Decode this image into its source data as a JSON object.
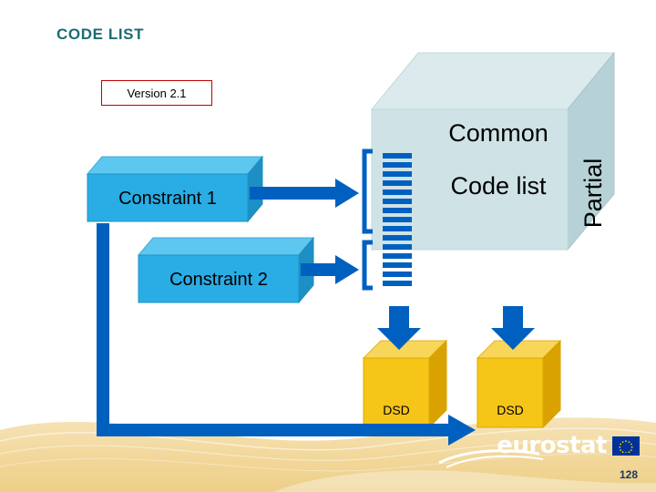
{
  "slide": {
    "title": "CODE LIST",
    "version": "Version 2.1",
    "page_number": "128"
  },
  "diagram": {
    "type": "flow",
    "nodes": [
      {
        "id": "constraint1",
        "label": "Constraint 1",
        "shape": "cube-3d",
        "color": "#29ade4"
      },
      {
        "id": "constraint2",
        "label": "Constraint 2",
        "shape": "cube-3d",
        "color": "#29ade4"
      },
      {
        "id": "codelist",
        "label_lines": [
          "Common",
          "Code list"
        ],
        "shape": "cube-3d",
        "color": "#cfe3e6"
      },
      {
        "id": "partial",
        "label": "Partial",
        "orientation": "vertical"
      },
      {
        "id": "dsd1",
        "label": "DSD",
        "shape": "cube-3d",
        "color": "#f5c518"
      },
      {
        "id": "dsd2",
        "label": "DSD",
        "shape": "cube-3d",
        "color": "#f5c518"
      }
    ],
    "edges": [
      {
        "from": "constraint1",
        "to": "codelist",
        "style": "block-arrow",
        "color": "#0060c0"
      },
      {
        "from": "constraint2",
        "to": "codelist",
        "style": "block-arrow",
        "color": "#0060c0"
      },
      {
        "from": "codelist",
        "to": "dsd1",
        "style": "block-arrow-down",
        "color": "#0060c0"
      },
      {
        "from": "codelist",
        "to": "dsd2",
        "style": "block-arrow-down",
        "color": "#0060c0"
      },
      {
        "from": "constraint1",
        "to": "dsd1",
        "style": "elbow-arrow",
        "color": "#0060c0"
      }
    ]
  },
  "logo": {
    "text": "eurostat",
    "flag_name": "eu-flag-icon"
  },
  "colors": {
    "title": "#1d6b73",
    "accent_blue": "#0060c0",
    "box_blue": "#29ade4",
    "box_yellow": "#f5c518",
    "box_grey": "#cfe3e6",
    "version_border": "#c00000"
  }
}
